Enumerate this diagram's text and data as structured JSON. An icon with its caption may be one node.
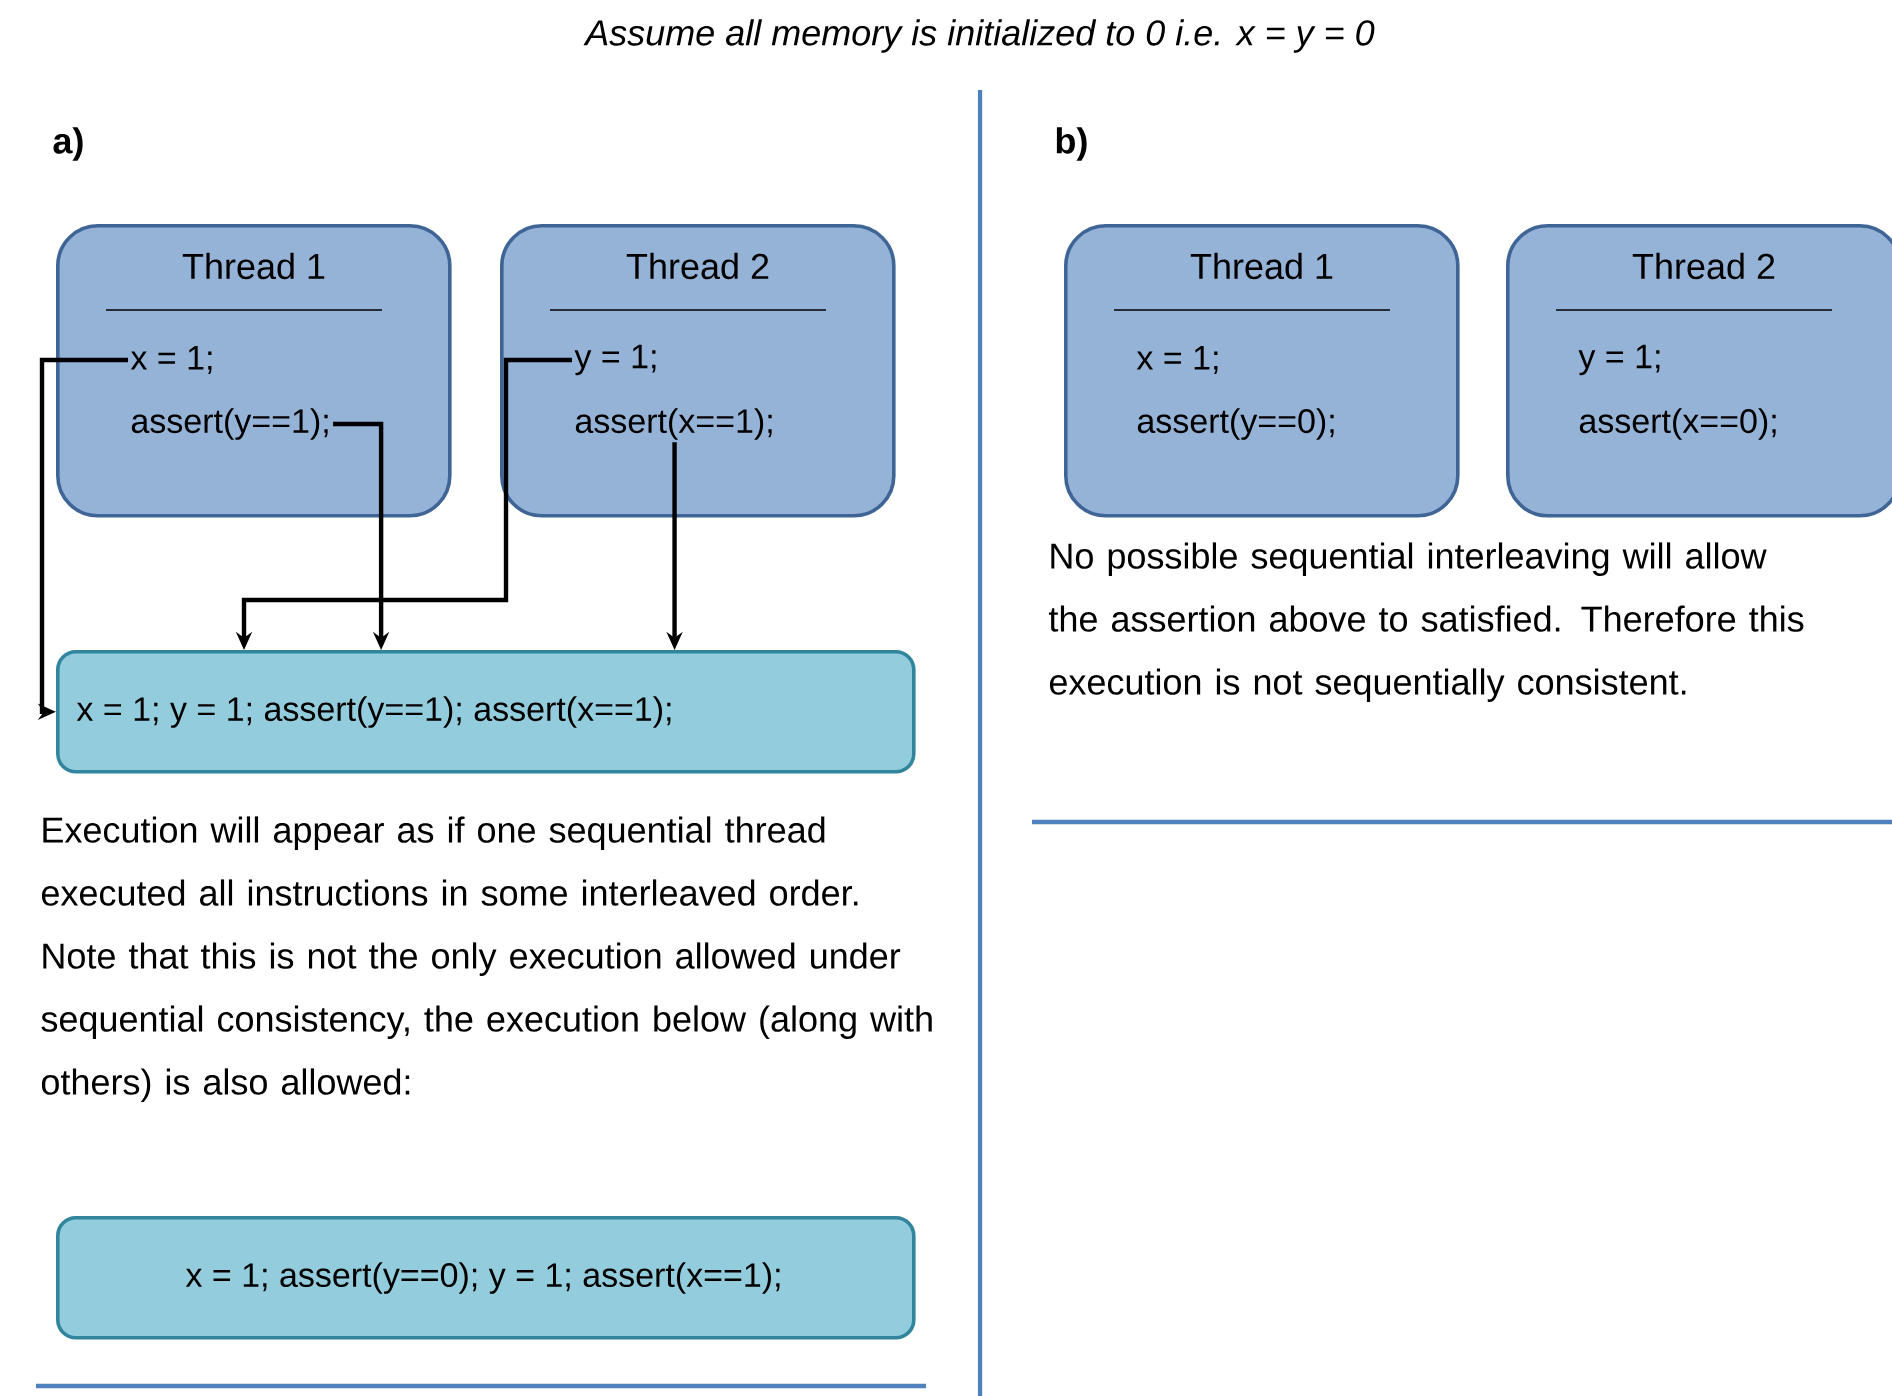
{
  "diagram": {
    "title": "Assume all memory is initialized to 0 i.e. x = y = 0",
    "nodes": [
      {
        "text": [
          "Thread 1"
        ]
      },
      {
        "text": [
          "x = 1;"
        ],
        "in": 0
      },
      {
        "text": [
          "assert(y==1);"
        ],
        "in": 0
      },
      {
        "text": [
          "Thread 2"
        ]
      },
      {
        "text": [
          "y = 1;"
        ],
        "in": 3
      },
      {
        "text": [
          "assert(x==1);"
        ],
        "in": 3
      },
      {
        "text": [
          "Thread 1",
          "x = 1;",
          "assert(y==0);"
        ]
      },
      {
        "text": [
          "Thread 2",
          "y = 1;",
          "assert(x==0);"
        ]
      },
      {
        "text": [
          "x = 1; y = 1; assert(y==1); assert(x==1);"
        ]
      },
      {
        "text": [
          "x = 1; assert(y==0); y = 1; assert(x==1);"
        ]
      }
    ],
    "edges": [
      {
        "from": 1,
        "to": 8,
        "arrow": "to"
      },
      {
        "from": 4,
        "to": 8,
        "arrow": "to"
      },
      {
        "from": 2,
        "to": 8,
        "arrow": "to"
      },
      {
        "from": 5,
        "to": 8,
        "arrow": "to"
      }
    ],
    "labels": [
      "a)",
      "b)",
      "No possible sequential interleaving will allow the assertion above to satisfied. Therefore this execution is not sequentially consistent.",
      "Execution will appear as if one sequential thread executed all instructions in some interleaved order. Note that this is not the only execution allowed under sequential consistency, the execution below (along with others) is also allowed:"
    ]
  }
}
